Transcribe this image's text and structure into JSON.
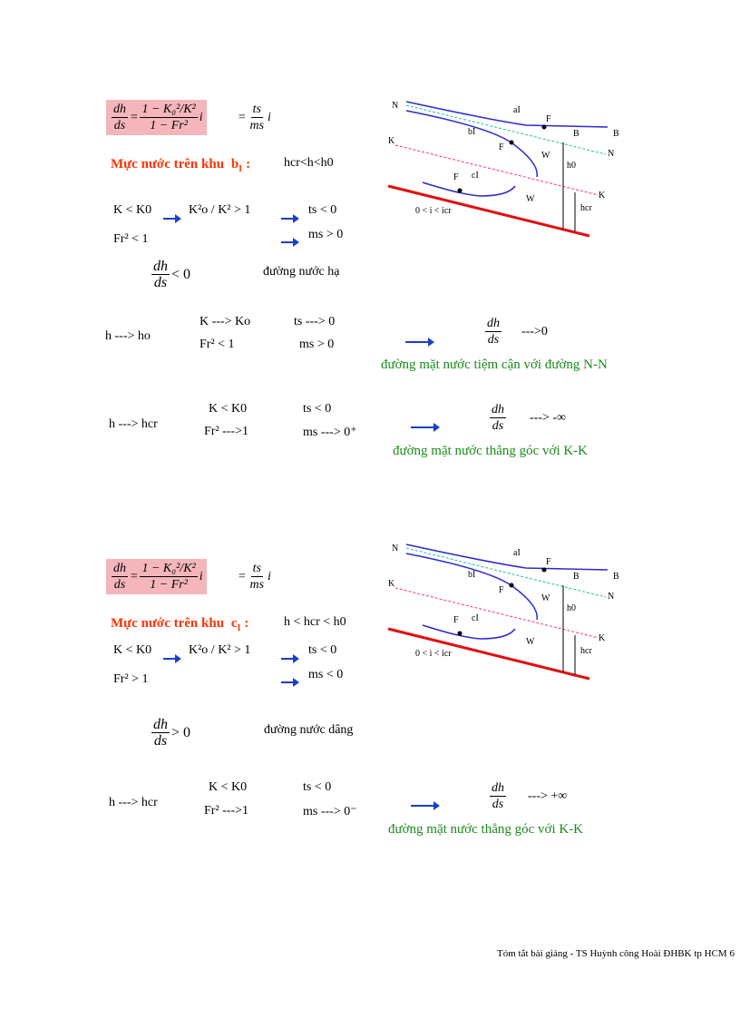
{
  "section1": {
    "formula": {
      "lhs_num": "dh",
      "lhs_den": "ds",
      "rhs_num": "1 − K₀²/K²",
      "rhs_den": "1 − Fr²",
      "factor": "i",
      "eq2_num": "ts",
      "eq2_den": "ms",
      "eq2_factor": "i"
    },
    "zone_label": "Mực nước trên khu",
    "zone_name": "b",
    "zone_sub": "I",
    "zone_colon": ":",
    "zone_condition": "hcr<h<h0",
    "cond_k": "K < K0",
    "cond_k2": "K²o / K² > 1",
    "cond_ts": "ts < 0",
    "cond_fr": "Fr² < 1",
    "cond_ms": "ms > 0",
    "slope_num": "dh",
    "slope_den": "ds",
    "slope_sign": "< 0",
    "slope_desc": "đường nước hạ",
    "limit1": {
      "h": "h ---> ho",
      "k": "K ---> Ko",
      "ts": "ts ---> 0",
      "fr": "Fr² < 1",
      "ms": "ms > 0",
      "result_num": "dh",
      "result_den": "ds",
      "result": "--->0",
      "note": "đường mặt nước tiệm cận với  đường N-N"
    },
    "limit2": {
      "h": "h ---> hcr",
      "k": "K < K0",
      "ts": "ts < 0",
      "fr": "Fr² --->1",
      "ms": "ms ---> 0⁺",
      "result_num": "dh",
      "result_den": "ds",
      "result": "---> -∞",
      "note": "đường mặt nước thẳng góc với K-K"
    }
  },
  "section2": {
    "formula": {
      "lhs_num": "dh",
      "lhs_den": "ds",
      "rhs_num": "1 − K₀²/K²",
      "rhs_den": "1 − Fr²",
      "factor": "i",
      "eq2_num": "ts",
      "eq2_den": "ms",
      "eq2_factor": "i"
    },
    "zone_label": "Mực nước trên khu",
    "zone_name": "c",
    "zone_sub": "I",
    "zone_colon": ":",
    "zone_condition": "h < hcr < h0",
    "cond_k": "K < K0",
    "cond_k2": "K²o / K² > 1",
    "cond_ts": "ts < 0",
    "cond_fr": "Fr² > 1",
    "cond_ms": "ms < 0",
    "slope_num": "dh",
    "slope_den": "ds",
    "slope_sign": "> 0",
    "slope_desc": "đường nước dâng",
    "limit": {
      "h": "h ---> hcr",
      "k": "K < K0",
      "ts": "ts < 0",
      "fr": "Fr² --->1",
      "ms": "ms ---> 0⁻",
      "result_num": "dh",
      "result_den": "ds",
      "result": "---> +∞",
      "note": "đường mặt nước thẳng góc với K-K"
    }
  },
  "diagram": {
    "labels": {
      "N": "N",
      "K": "K",
      "a1": "aI",
      "b1": "bI",
      "c1": "cI",
      "F": "F",
      "W": "W",
      "B": "B",
      "h0": "h0",
      "hcr": "hcr",
      "slope": "0 < i < icr"
    },
    "colors": {
      "profile": "#2a2ad0",
      "normal_line": "#20c0a0",
      "critical_line": "#ff3080",
      "bed": "#e01010"
    }
  },
  "footer": "Tóm tắt bài giảng - TS Huỳnh công Hoài  ĐHBK tp HCM 6"
}
